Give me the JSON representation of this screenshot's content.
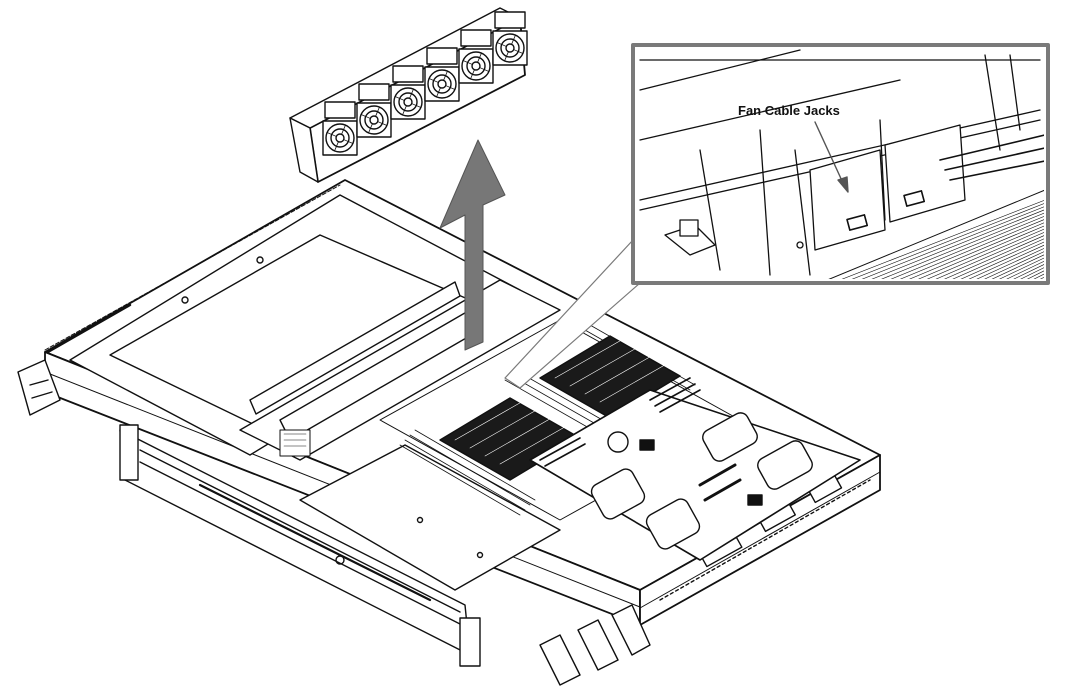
{
  "diagram": {
    "callout": {
      "label": "Fan Cable Jacks"
    },
    "colors": {
      "line": "#111111",
      "paper": "#ffffff",
      "arrow": "#777777",
      "heatsink": "#1a1a1a",
      "inset_frame": "#7a7a7a",
      "ground": "#f4f4f4"
    },
    "components": {
      "fan_count": 6,
      "heatsink_count": 2
    }
  }
}
